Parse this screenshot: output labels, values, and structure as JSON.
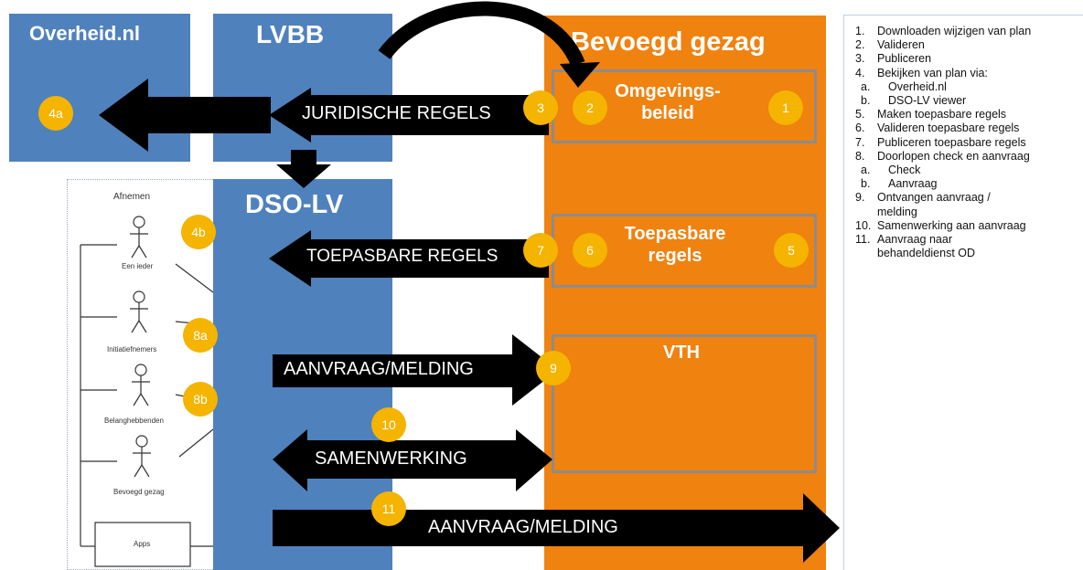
{
  "headers": {
    "overheid": "Overheid.nl",
    "lvbb": "LVBB",
    "bevoegd": "Bevoegd gezag",
    "dso": "DSO-LV"
  },
  "boxes": {
    "omgevingsbeleid": "Omgevings-\nbeleid",
    "toepasbare": "Toepasbare\nregels",
    "vth": "VTH"
  },
  "arrows": {
    "juridische": "JURIDISCHE REGELS",
    "toepasbare": "TOEPASBARE  REGELS",
    "aanvraag1": "AANVRAAG/MELDING",
    "samenwerking": "SAMENWERKING",
    "aanvraag2": "AANVRAAG/MELDING"
  },
  "circles": [
    "1",
    "2",
    "3",
    "4a",
    "4b",
    "5",
    "6",
    "7",
    "8a",
    "8b",
    "9",
    "10",
    "11"
  ],
  "afnemen": {
    "title": "Afnemen",
    "actors": [
      "Een ieder",
      "Initiatiefnemers",
      "Belanghebbenden",
      "Bevoegd gezag"
    ],
    "apps": "Apps"
  },
  "legend": [
    {
      "num": "1.",
      "text": "Downloaden wijzigen van plan"
    },
    {
      "num": "2.",
      "text": "Valideren"
    },
    {
      "num": "3.",
      "text": "Publiceren"
    },
    {
      "num": "4.",
      "text": "Bekijken van plan via:"
    },
    {
      "num": "a.",
      "text": "Overheid.nl",
      "sub": true
    },
    {
      "num": "b.",
      "text": "DSO-LV viewer",
      "sub": true
    },
    {
      "num": "5.",
      "text": "Maken toepasbare regels"
    },
    {
      "num": "6.",
      "text": "Valideren toepasbare regels"
    },
    {
      "num": "7.",
      "text": "Publiceren toepasbare regels"
    },
    {
      "num": "8.",
      "text": "Doorlopen check en aanvraag"
    },
    {
      "num": "a.",
      "text": "Check",
      "sub": true
    },
    {
      "num": "b.",
      "text": "Aanvraag",
      "sub": true
    },
    {
      "num": "9.",
      "text": "Ontvangen aanvraag /\nmelding"
    },
    {
      "num": "10.",
      "text": "Samenwerking aan aanvraag"
    },
    {
      "num": "11.",
      "text": "Aanvraag naar\nbehandeldienst OD"
    }
  ]
}
